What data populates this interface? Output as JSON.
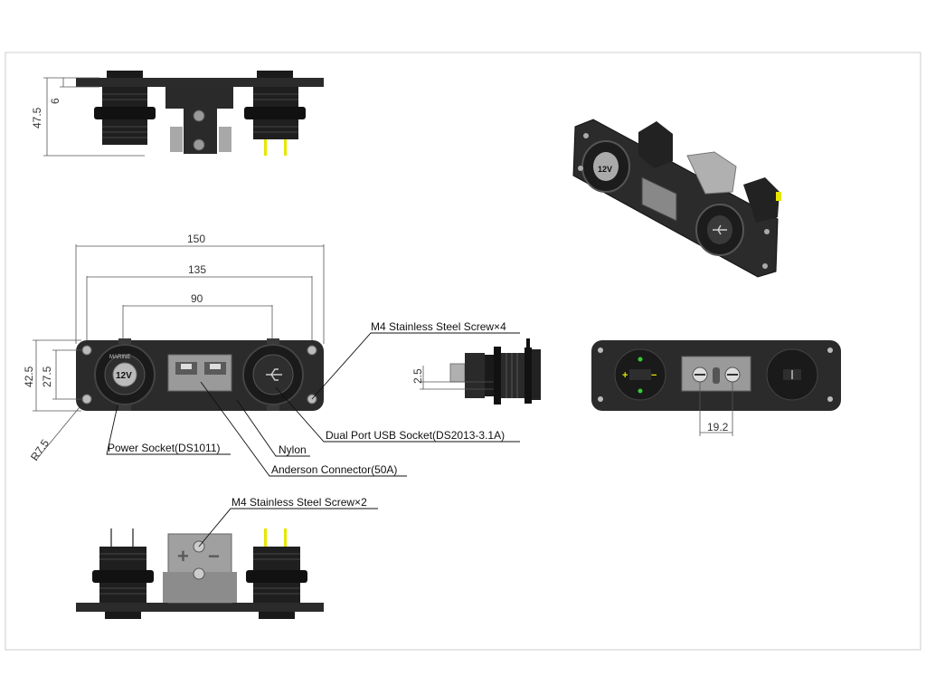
{
  "dimensions": {
    "top_height": "47.5",
    "top_flange": "6",
    "width_overall": "150",
    "hole_spacing": "135",
    "socket_spacing": "90",
    "height_overall": "42.5",
    "hole_vertical": "27.5",
    "corner_radius": "R7.5",
    "side_offset": "2.5",
    "connector_width": "19.2"
  },
  "labels": {
    "screw_x4": "M4 Stainless Steel Screw×4",
    "usb_socket": "Dual Port USB Socket(DS2013-3.1A)",
    "power_socket": "Power Socket(DS1011)",
    "nylon": "Nylon",
    "anderson": "Anderson Connector(50A)",
    "screw_x2": "M4 Stainless Steel Screw×2"
  },
  "markings": {
    "voltage": "12V",
    "marine": "MARINE",
    "plus": "+",
    "minus": "−"
  },
  "colors": {
    "panel": "#2b2b2b",
    "anderson_gray": "#9a9a9a",
    "socket_black": "#1c1c1c",
    "pin_yellow": "#e6e600",
    "led_green": "#33cc33"
  }
}
